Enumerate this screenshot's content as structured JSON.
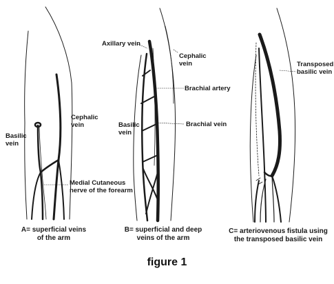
{
  "panel_a": {
    "labels": {
      "basilic": "Basilic\nvein",
      "cephalic": "Cephalic\nvein",
      "medial_nerve": "Medial Cutaneous\nnerve of the forearm"
    },
    "caption": "A= superficial veins\nof the arm"
  },
  "panel_b": {
    "labels": {
      "axillary": "Axillary vein",
      "cephalic": "Cephalic\nvein",
      "brachial_artery": "Brachial artery",
      "basilic": "Basilic\nvein",
      "brachial_vein": "Brachial vein"
    },
    "caption": "B= superficial and deep\nveins of the arm"
  },
  "panel_c": {
    "labels": {
      "transposed": "Transposed\nbasilic vein"
    },
    "caption": "C= arteriovenous fistula using\nthe transposed basilic vein"
  },
  "figure_caption": "figure 1",
  "colors": {
    "ink": "#1a1a1a",
    "background": "#ffffff"
  }
}
